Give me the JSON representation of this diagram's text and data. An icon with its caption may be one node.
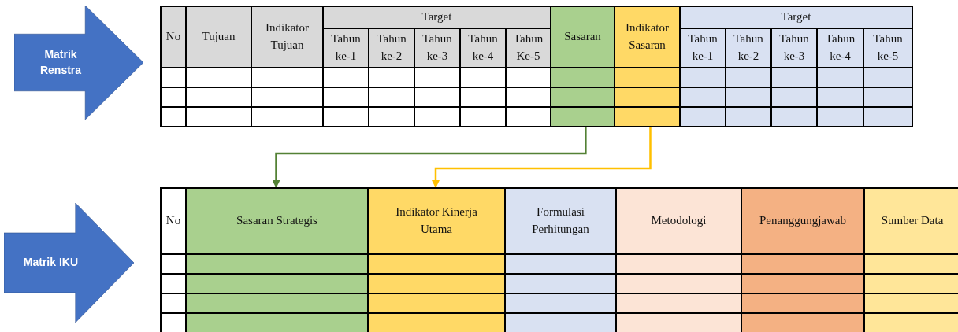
{
  "diagram": {
    "nodes": [
      {
        "text": [
          "Matrik Renstra"
        ]
      },
      {
        "text": [],
        "shape": "box"
      },
      {
        "text": [],
        "shape": "box"
      },
      {
        "text": [
          "Matrik IKU"
        ]
      },
      {
        "text": [
          "Sasaran Strategis"
        ]
      },
      {
        "text": [
          "Indikator Kinerja Utama"
        ]
      }
    ],
    "edges": [
      {
        "from": 1,
        "to": 4,
        "arrow": "to",
        "color": "#538135"
      },
      {
        "from": 2,
        "to": 5,
        "arrow": "to",
        "color": "#ffc000"
      }
    ],
    "labels": [
      "No",
      "Tujuan",
      "Indikator Tujuan",
      "Target",
      "Sasaran",
      "Indikator Sasaran",
      "Target",
      "Tahun ke-1",
      "Tahun ke-2",
      "Tahun ke-3",
      "Tahun ke-4",
      "Tahun Ke-5",
      "Tahun ke-1",
      "Tahun ke-2",
      "Tahun ke-3",
      "Tahun ke-4",
      "Tahun ke-5",
      "No",
      "Formulasi Perhitungan",
      "Metodologi",
      "Penanggungjawab",
      "Sumber Data"
    ]
  }
}
